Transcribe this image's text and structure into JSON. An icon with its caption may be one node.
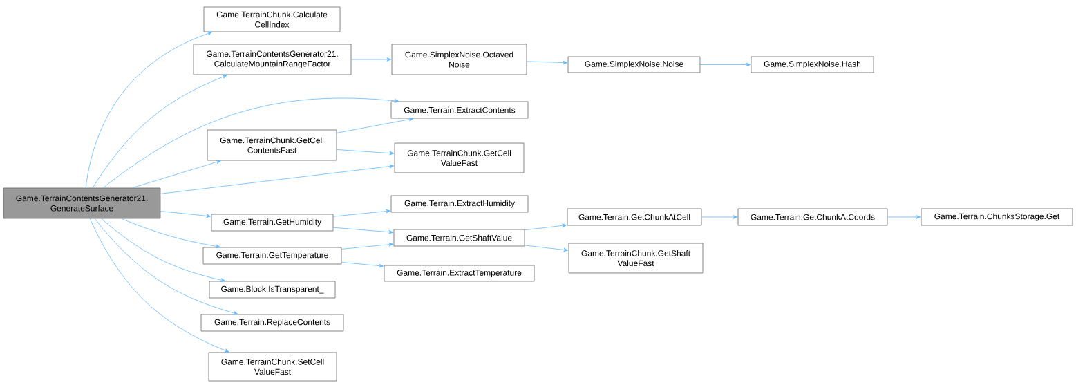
{
  "diagram": {
    "nodes": [
      {
        "text": [
          "Game.TerrainContentsGenerator21. GenerateSurface"
        ]
      },
      {
        "text": [
          "Game.TerrainChunk.Calculate CellIndex"
        ]
      },
      {
        "text": [
          "Game.TerrainContentsGenerator21. CalculateMountainRangeFactor"
        ]
      },
      {
        "text": [
          "Game.SimplexNoise.Octaved Noise"
        ]
      },
      {
        "text": [
          "Game.SimplexNoise.Noise"
        ]
      },
      {
        "text": [
          "Game.SimplexNoise.Hash"
        ]
      },
      {
        "text": [
          "Game.Terrain.ExtractContents"
        ]
      },
      {
        "text": [
          "Game.TerrainChunk.GetCell ContentsFast"
        ]
      },
      {
        "text": [
          "Game.TerrainChunk.GetCell ValueFast"
        ]
      },
      {
        "text": [
          "Game.Terrain.GetHumidity"
        ]
      },
      {
        "text": [
          "Game.Terrain.ExtractHumidity"
        ]
      },
      {
        "text": [
          "Game.Terrain.GetShaftValue"
        ]
      },
      {
        "text": [
          "Game.Terrain.GetTemperature"
        ]
      },
      {
        "text": [
          "Game.Terrain.ExtractTemperature"
        ]
      },
      {
        "text": [
          "Game.Terrain.GetChunkAtCell"
        ]
      },
      {
        "text": [
          "Game.Terrain.GetChunkAtCoords"
        ]
      },
      {
        "text": [
          "Game.Terrain.ChunksStorage.Get"
        ]
      },
      {
        "text": [
          "Game.TerrainChunk.GetShaft ValueFast"
        ]
      },
      {
        "text": [
          "Game.Block.IsTransparent_"
        ]
      },
      {
        "text": [
          "Game.Terrain.ReplaceContents"
        ]
      },
      {
        "text": [
          "Game.TerrainChunk.SetCell ValueFast"
        ]
      }
    ],
    "edges": [
      {
        "from": 0,
        "to": 1,
        "arrow": "to"
      },
      {
        "from": 0,
        "to": 2,
        "arrow": "to"
      },
      {
        "from": 0,
        "to": 6,
        "arrow": "to"
      },
      {
        "from": 0,
        "to": 7,
        "arrow": "to"
      },
      {
        "from": 0,
        "to": 8,
        "arrow": "to"
      },
      {
        "from": 0,
        "to": 9,
        "arrow": "to"
      },
      {
        "from": 0,
        "to": 12,
        "arrow": "to"
      },
      {
        "from": 0,
        "to": 18,
        "arrow": "to"
      },
      {
        "from": 0,
        "to": 19,
        "arrow": "to"
      },
      {
        "from": 0,
        "to": 20,
        "arrow": "to"
      },
      {
        "from": 2,
        "to": 3,
        "arrow": "to"
      },
      {
        "from": 3,
        "to": 4,
        "arrow": "to"
      },
      {
        "from": 4,
        "to": 5,
        "arrow": "to"
      },
      {
        "from": 7,
        "to": 6,
        "arrow": "to"
      },
      {
        "from": 7,
        "to": 8,
        "arrow": "to"
      },
      {
        "from": 9,
        "to": 10,
        "arrow": "to"
      },
      {
        "from": 9,
        "to": 11,
        "arrow": "to"
      },
      {
        "from": 12,
        "to": 11,
        "arrow": "to"
      },
      {
        "from": 12,
        "to": 13,
        "arrow": "to"
      },
      {
        "from": 11,
        "to": 14,
        "arrow": "to"
      },
      {
        "from": 11,
        "to": 17,
        "arrow": "to"
      },
      {
        "from": 14,
        "to": 15,
        "arrow": "to"
      },
      {
        "from": 15,
        "to": 16,
        "arrow": "to"
      }
    ]
  }
}
